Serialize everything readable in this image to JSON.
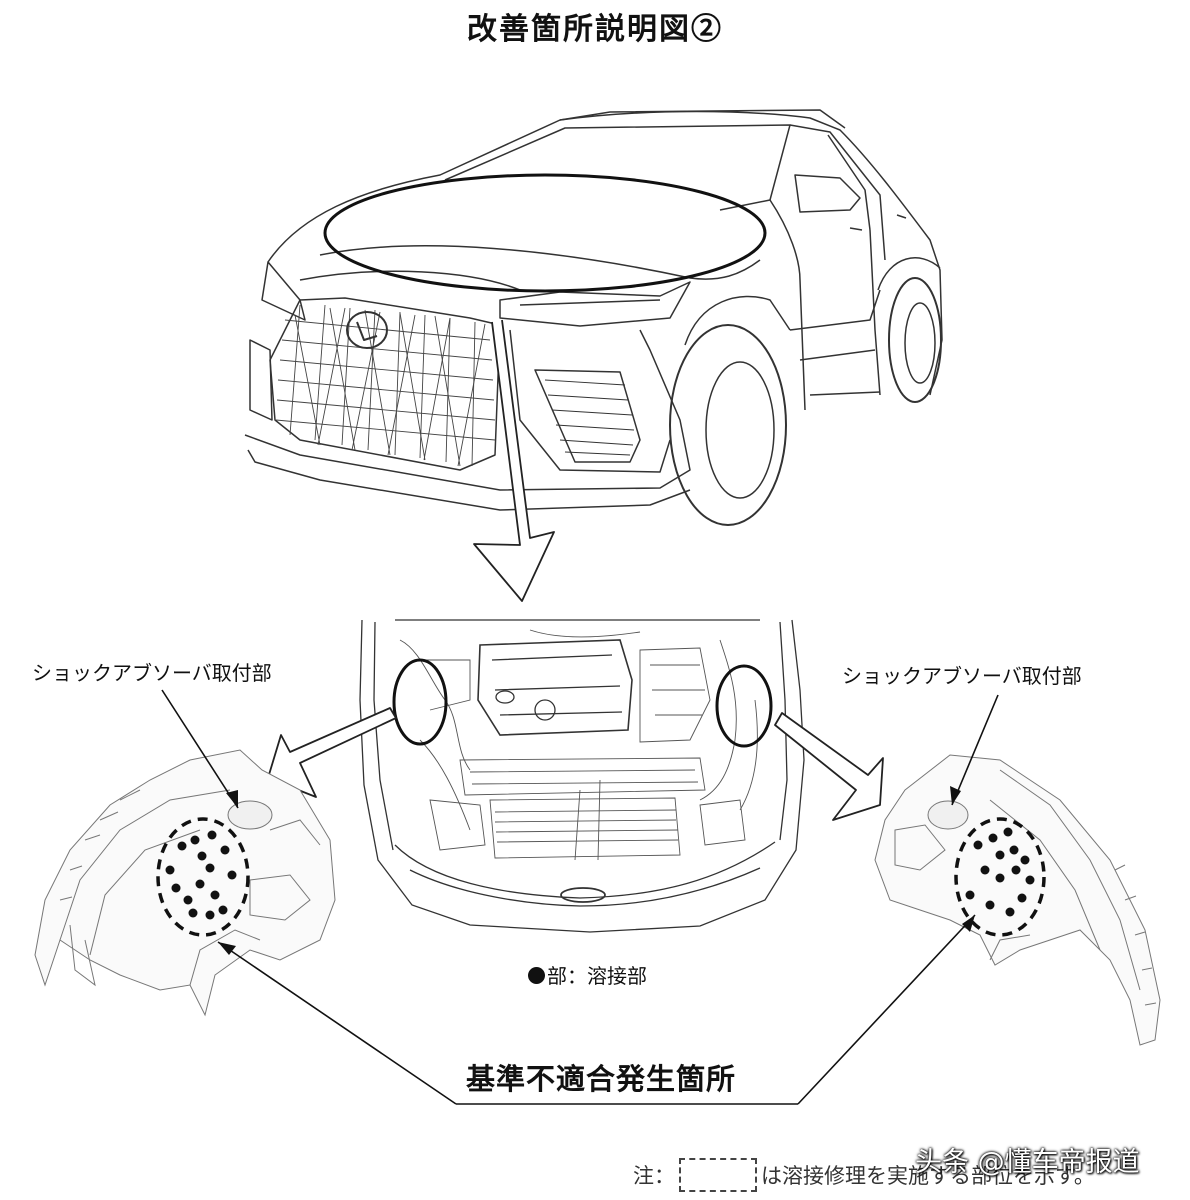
{
  "title": "改善箇所説明図②",
  "callouts": {
    "left": "ショックアブソーバ取付部",
    "right": "ショックアブソーバ取付部"
  },
  "legend": {
    "weld": "部：溶接部"
  },
  "nonconformity_label": "基準不適合発生箇所",
  "note": {
    "prefix": "注：",
    "suffix": "は溶接修理を実施する部位を示す。"
  },
  "watermark": "头条 @懂车帝报道"
}
